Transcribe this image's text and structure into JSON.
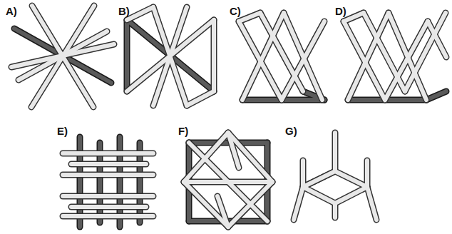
{
  "diagram": {
    "labels": [
      "A)",
      "B)",
      "C)",
      "D)",
      "E)",
      "F)",
      "G)"
    ]
  }
}
